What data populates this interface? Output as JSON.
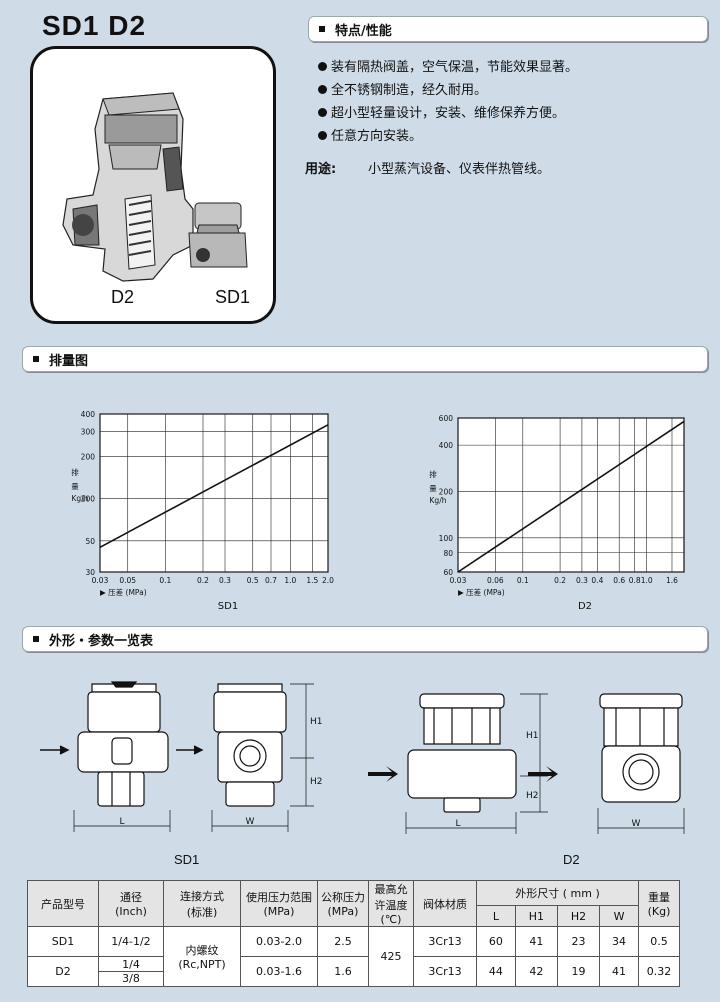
{
  "header": {
    "model_title": "SD1  D2"
  },
  "photo": {
    "label_d2": "D2",
    "label_sd1": "SD1"
  },
  "features": {
    "title": "特点/性能",
    "items": [
      "装有隔热阀盖，空气保温，节能效果显著。",
      "全不锈钢制造，经久耐用。",
      "超小型轻量设计，安装、维修保养方便。",
      "任意方向安装。"
    ],
    "use_label": "用途:",
    "use_text": "小型蒸汽设备、仪表伴热管线。"
  },
  "discharge": {
    "title": "排量图"
  },
  "chart_data": [
    {
      "type": "line",
      "title": "SD1",
      "xlabel": "▶ 压差 (MPa)",
      "ylabel": "排量 Kg/h",
      "x_scale": "log",
      "y_scale": "log",
      "xlim": [
        0.03,
        2.0
      ],
      "ylim": [
        30,
        400
      ],
      "x_ticks": [
        "0.03",
        "0.05",
        "0.1",
        "0.2",
        "0.3",
        "0.5",
        "0.7",
        "1.0",
        "1.5",
        "2.0"
      ],
      "y_ticks": [
        "30",
        "50",
        "100",
        "200",
        "300",
        "400"
      ],
      "grid": true,
      "series": [
        {
          "x": [
            0.03,
            2.0
          ],
          "y": [
            45,
            335
          ]
        }
      ]
    },
    {
      "type": "line",
      "title": "D2",
      "xlabel": "▶ 压差 (MPa)",
      "ylabel": "排量 Kg/h",
      "x_scale": "log",
      "y_scale": "log",
      "xlim": [
        0.03,
        2.0
      ],
      "ylim": [
        60,
        600
      ],
      "x_ticks": [
        "0.03",
        "0.06",
        "0.1",
        "0.2",
        "0.3",
        "0.4",
        "0.6",
        "0.8",
        "1.0",
        "1.6"
      ],
      "y_ticks": [
        "60",
        "80",
        "100",
        "200",
        "400",
        "600"
      ],
      "grid": true,
      "series": [
        {
          "x": [
            0.03,
            2.0
          ],
          "y": [
            60,
            570
          ]
        }
      ]
    }
  ],
  "outline": {
    "title": "外形・参数一览表",
    "sd1_caption": "SD1",
    "d2_caption": "D2",
    "dims": {
      "l": "L",
      "w": "W",
      "h1": "H1",
      "h2": "H2"
    }
  },
  "table": {
    "headers": {
      "model": "产品型号",
      "bore": [
        "通径",
        "(Inch)"
      ],
      "connection": [
        "连接方式",
        "(标准)"
      ],
      "pressure_range": [
        "使用压力范围",
        "(MPa)"
      ],
      "nominal": [
        "公称压力",
        "(MPa)"
      ],
      "max_temp": [
        "最高允",
        "许温度",
        "(℃)"
      ],
      "material": "阀体材质",
      "size": "外形尺寸 ( mm )",
      "weight": [
        "重量",
        "(Kg)"
      ],
      "size_cols": [
        "L",
        "H1",
        "H2",
        "W"
      ]
    },
    "connection_value": [
      "内螺纹",
      "(Rc,NPT)"
    ],
    "max_temp_value": "425",
    "rows": [
      {
        "model": "SD1",
        "bore": "1/4-1/2",
        "pressure": "0.03-2.0",
        "nominal": "2.5",
        "material": "3Cr13",
        "L": "60",
        "H1": "41",
        "H2": "23",
        "W": "34",
        "weight": "0.5"
      },
      {
        "model": "D2",
        "bore": [
          "1/4",
          "3/8"
        ],
        "pressure": "0.03-1.6",
        "nominal": "1.6",
        "material": "3Cr13",
        "L": "44",
        "H1": "42",
        "H2": "19",
        "W": "41",
        "weight": "0.32"
      }
    ]
  }
}
